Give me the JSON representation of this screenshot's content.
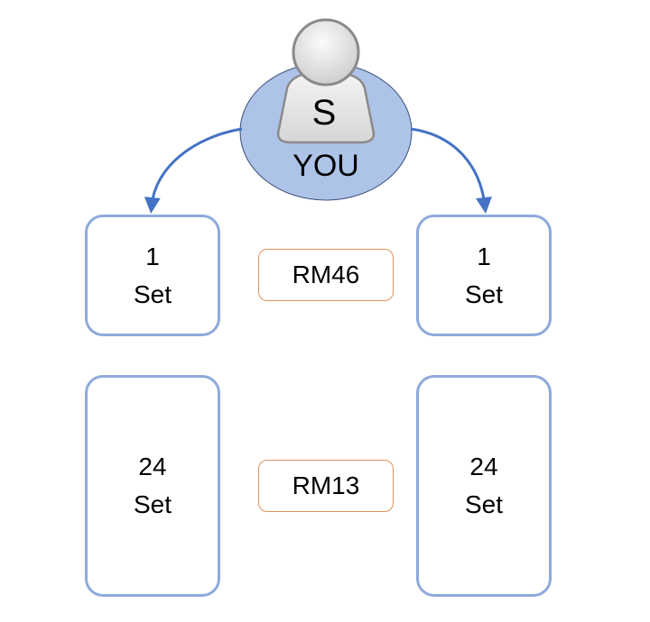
{
  "user": {
    "initial": "S",
    "label": "YOU",
    "icon": "person-avatar-icon"
  },
  "colors": {
    "circle_fill": "#aec3e8",
    "circle_stroke": "#3b4f7a",
    "arrow": "#4472c4",
    "node_border": "#8eaadb",
    "price_border": "#e0935a"
  },
  "tiers": [
    {
      "left": {
        "quantity": "1",
        "unit": "Set"
      },
      "price": "RM46",
      "right": {
        "quantity": "1",
        "unit": "Set"
      }
    },
    {
      "left": {
        "quantity": "24",
        "unit": "Set"
      },
      "price": "RM13",
      "right": {
        "quantity": "24",
        "unit": "Set"
      }
    }
  ]
}
